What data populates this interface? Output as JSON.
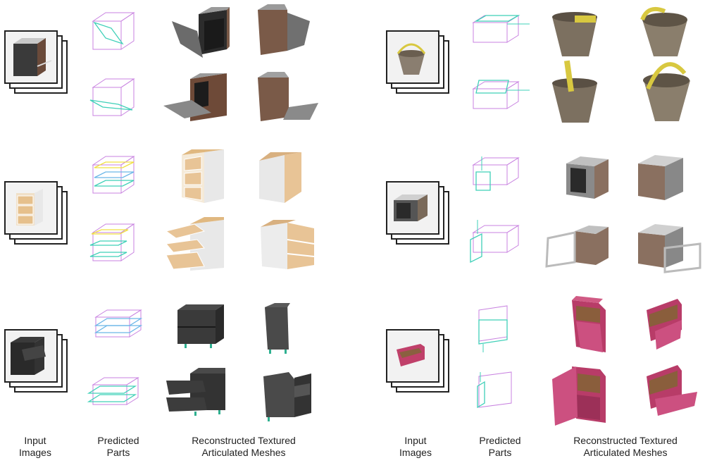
{
  "left_panel": {
    "captions": {
      "input": [
        "Input",
        "Images"
      ],
      "parts": [
        "Predicted",
        "Parts"
      ],
      "meshes": [
        "Reconstructed Textured",
        "Articulated Meshes"
      ]
    },
    "rows": [
      {
        "object": "oven-cabinet",
        "part_color": "#3fd0b8"
      },
      {
        "object": "drawer-cabinet",
        "part_color": "#f0e040"
      },
      {
        "object": "dark-dresser",
        "part_color": "#6ab6e8"
      }
    ]
  },
  "right_panel": {
    "captions": {
      "input": [
        "Input",
        "Images"
      ],
      "parts": [
        "Predicted",
        "Parts"
      ],
      "meshes": [
        "Reconstructed Textured",
        "Articulated Meshes"
      ]
    },
    "rows": [
      {
        "object": "bucket",
        "part_color": "#3fd0b8"
      },
      {
        "object": "microwave",
        "part_color": "#3fd0b8"
      },
      {
        "object": "pink-cabinet",
        "part_color": "#3fd0b8"
      }
    ]
  },
  "colors": {
    "wireframe": "#c882e0",
    "part_teal": "#3fd0b8",
    "part_yellow": "#f0e040",
    "part_blue": "#6ab6e8"
  }
}
